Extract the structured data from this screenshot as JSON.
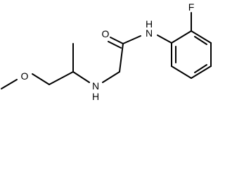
{
  "molecule": {
    "atom_labels": {
      "carbonyl_oxygen": "O",
      "amide_nitrogen": "N",
      "amide_hydrogen": "H",
      "amine_nitrogen": "N",
      "amine_hydrogen": "H",
      "ether_oxygen": "O",
      "fluorine": "F"
    }
  }
}
